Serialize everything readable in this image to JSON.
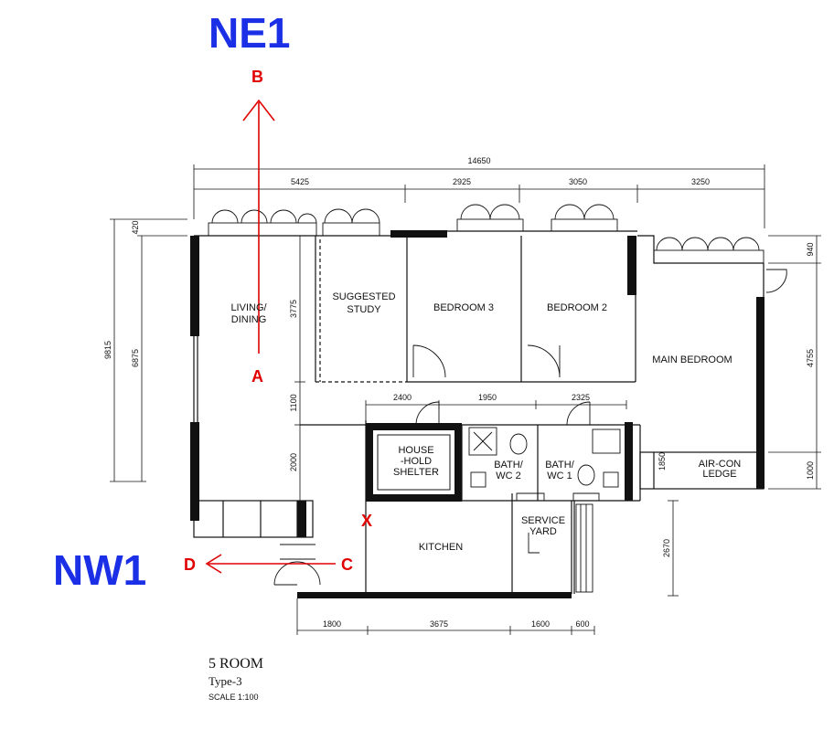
{
  "labels": {
    "ne1": "NE1",
    "nw1": "NW1",
    "b": "B",
    "a": "A",
    "c": "C",
    "d": "D",
    "x": "X"
  },
  "rooms": {
    "living": [
      "LIVING/",
      "DINING"
    ],
    "study": [
      "SUGGESTED",
      "STUDY"
    ],
    "bedroom3": "BEDROOM 3",
    "bedroom2": "BEDROOM 2",
    "main_bedroom": "MAIN BEDROOM",
    "shelter": [
      "HOUSE",
      "-HOLD",
      "SHELTER"
    ],
    "bath2": [
      "BATH/",
      "WC 2"
    ],
    "bath1": [
      "BATH/",
      "WC 1"
    ],
    "service_yard": [
      "SERVICE",
      "YARD"
    ],
    "kitchen": "KITCHEN",
    "aircon": [
      "AIR-CON",
      "LEDGE"
    ]
  },
  "dimensions": {
    "total_width": "14650",
    "top": [
      "5425",
      "2925",
      "3050",
      "3250"
    ],
    "inner": [
      "2400",
      "1950",
      "2325"
    ],
    "bottom": [
      "1800",
      "3675",
      "1600",
      "600"
    ],
    "left_outer": "9815",
    "left_mid": "6875",
    "left_top": "420",
    "left_inner": [
      "3775",
      "1100",
      "2000"
    ],
    "right": [
      "940",
      "4755",
      "1000"
    ],
    "yard_height": "2670",
    "ledge_width": "1850"
  },
  "title": {
    "unit_type": "5 ROOM",
    "subtype": "Type-3",
    "scale": "SCALE 1:100"
  },
  "colors": {
    "annotation_blue": "#1a2fe6",
    "annotation_red": "#e00000",
    "line": "#111111"
  }
}
